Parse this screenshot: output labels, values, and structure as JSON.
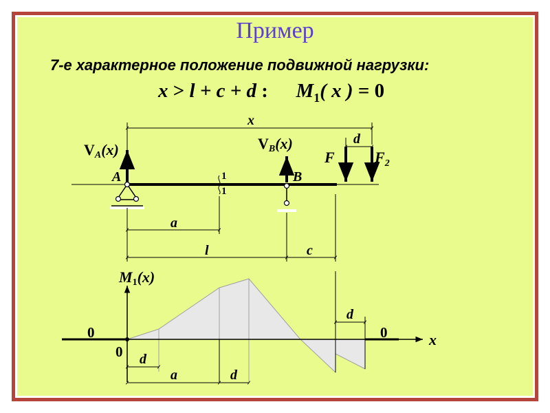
{
  "slide": {
    "title": "Пример",
    "subtitle": "7-е характерное положение подвижной нагрузки:",
    "formula": {
      "condition_var": "x",
      "gt": " > ",
      "condition_terms": "l + c + d",
      "colon": " :",
      "moment": "M",
      "moment_sub": "1",
      "moment_arg": "( x )",
      "equals": " = 0"
    }
  },
  "beam_diagram": {
    "dim_x": "x",
    "dim_d_top": "d",
    "reaction_A": "V",
    "reaction_A_sub": "A",
    "reaction_A_arg": "(x)",
    "reaction_B": "V",
    "reaction_B_sub": "B",
    "reaction_B_arg": "(x)",
    "support_A": "A",
    "support_B": "B",
    "force_1": "F",
    "force_2": "F",
    "force_2_sub": "2",
    "section_top": "1",
    "section_bottom": "1",
    "dim_a": "a",
    "dim_l": "l",
    "dim_c": "c"
  },
  "moment_diagram": {
    "axis_label": "M",
    "axis_label_sub": "1",
    "axis_label_arg": "(x)",
    "x_axis_label": "x",
    "zero_left": "0",
    "zero_right": "0",
    "origin": "0",
    "dim_d_right": "d",
    "dim_d_bottom": "d",
    "dim_a_bottom": "a",
    "dim_d_bottom2": "d"
  },
  "colors": {
    "panel": "#e9fb8c",
    "frame": "#b5453a",
    "title": "#5b3fd0",
    "fill": "#e8e8e8",
    "fill_stroke": "#a0a0a0"
  }
}
